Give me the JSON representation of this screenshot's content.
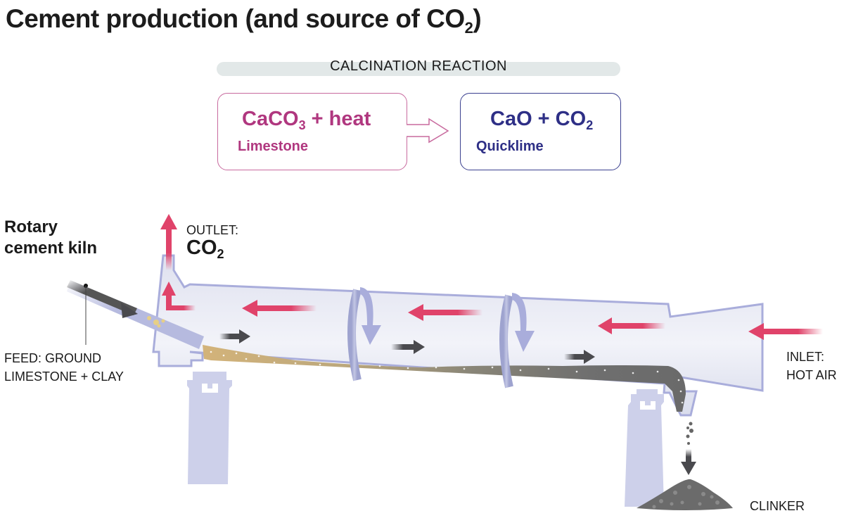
{
  "title": {
    "main": "Cement production (and source of CO",
    "sub": "2",
    "close": ")"
  },
  "reaction": {
    "header": "CALCINATION REACTION",
    "reactant": {
      "formula_a": "CaCO",
      "sub": "3",
      "formula_b": " + heat",
      "label": "Limestone"
    },
    "product": {
      "formula_a": "CaO + CO",
      "sub": "2",
      "label": "Quicklime"
    }
  },
  "kiln": {
    "title_line1": "Rotary",
    "title_line2": "cement kiln",
    "outlet_label": "OUTLET:",
    "outlet_gas": "CO",
    "outlet_gas_sub": "2",
    "feed_line1": "FEED: GROUND",
    "feed_line2": "LIMESTONE + CLAY",
    "inlet_line1": "INLET:",
    "inlet_line2": "HOT AIR",
    "product_label": "CLINKER"
  },
  "colors": {
    "reactant": "#b0377f",
    "product": "#2e2f86",
    "hot_air_arrow": "#e0436a",
    "material_arrow": "#4a4a4e",
    "kiln_outline": "#a9addb",
    "kiln_fill": "#e4e6f2",
    "support": "#cdd0ea",
    "raw_material": "#d2b47e",
    "clinker": "#6e6e6e"
  }
}
